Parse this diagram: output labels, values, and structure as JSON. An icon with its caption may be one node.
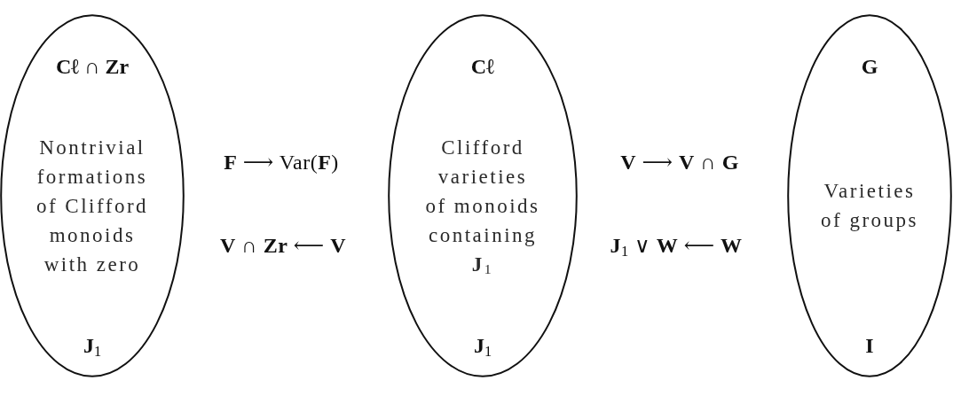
{
  "diagram": {
    "nodes": [
      {
        "text": [
          "Cℓ ∩ Zr",
          "Nontrivial formations of Clifford monoids with zero",
          "J$_{1}$"
        ]
      },
      {
        "text": [
          "Cℓ",
          "Clifford varieties of monoids containing **J**$_{1}$",
          "J$_{1}$"
        ]
      },
      {
        "text": [
          "G",
          "Varieties of groups",
          "I"
        ]
      }
    ],
    "labels": [
      "**F** ⟶ Var(**F**)",
      "**V** ⟶ **V** ∩ **G**",
      "**V** ∩ **Zr** ⟵ **V**",
      "**J**$_{1}$ ∨ **W** ⟵ **W**"
    ]
  }
}
